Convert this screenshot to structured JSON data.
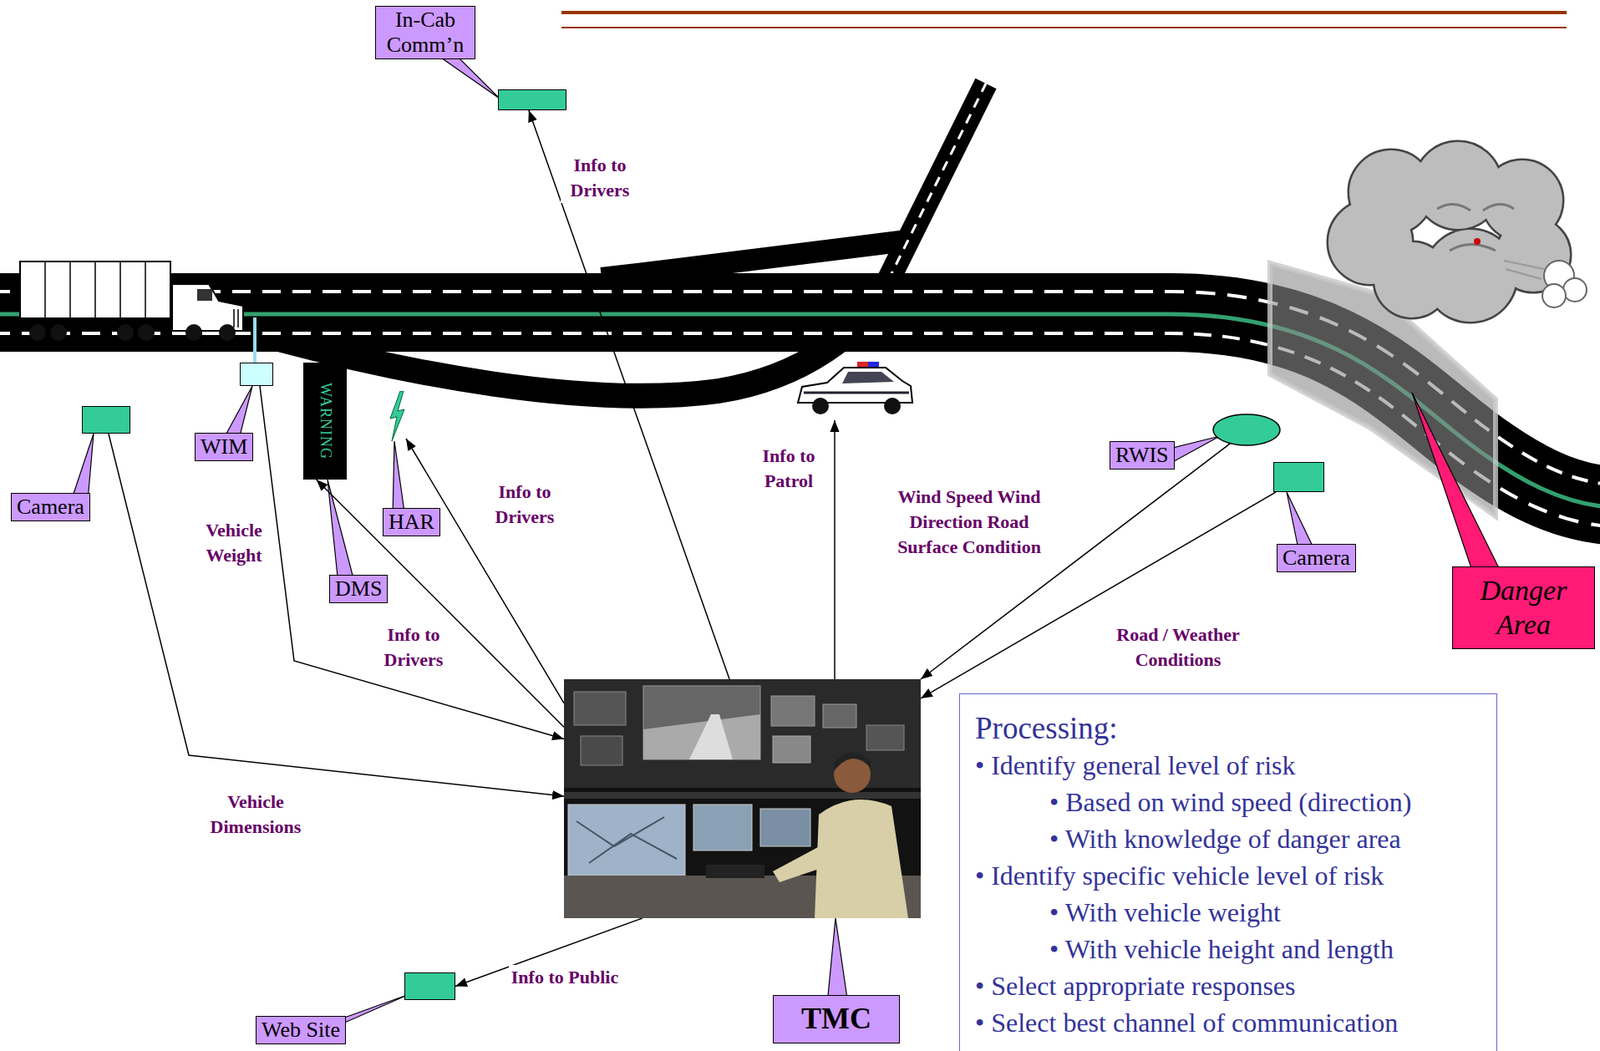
{
  "diagram": {
    "nodes": [
      {
        "text": [
          "In-Cab Comm’n"
        ]
      },
      {
        "text": [
          "WIM"
        ]
      },
      {
        "text": [
          "Camera"
        ]
      },
      {
        "text": [
          "WARNING",
          "DMS"
        ]
      },
      {
        "text": [
          "HAR"
        ]
      },
      {
        "text": [
          "RWIS"
        ]
      },
      {
        "text": [
          "Camera"
        ]
      },
      {
        "text": [
          "Danger Area"
        ]
      },
      {
        "text": [
          "TMC"
        ]
      },
      {
        "text": [
          "Processing:",
          "• Identify general level of risk",
          "• Based on wind speed (direction)",
          "• With knowledge of danger area",
          "• Identify specific vehicle level of risk",
          "• With vehicle weight",
          "• With vehicle height and length",
          "• Select appropriate responses",
          "• Select best channel of communication"
        ]
      },
      {
        "text": [
          "Web Site"
        ]
      }
    ],
    "edges": [
      {
        "from": 1,
        "to": 8,
        "label": "Vehicle Weight",
        "arrow": "to"
      },
      {
        "from": 2,
        "to": 8,
        "label": "Vehicle Dimensions",
        "arrow": "to"
      },
      {
        "from": 5,
        "to": 8,
        "label": "Wind Speed Wind Direction Road Surface Condition",
        "arrow": "to"
      },
      {
        "from": 6,
        "to": 8,
        "label": "Road / Weather Conditions",
        "arrow": "to"
      },
      {
        "from": 8,
        "to": 0,
        "label": "Info to Drivers",
        "arrow": "to"
      },
      {
        "from": 8,
        "to": 3,
        "label": "Info to Drivers",
        "arrow": "to"
      },
      {
        "from": 8,
        "to": 4,
        "label": "Info to Drivers",
        "arrow": "to"
      },
      {
        "from": 8,
        "to": 10,
        "label": "Info to Public",
        "arrow": "to"
      }
    ],
    "labels": [
      "Info to Patrol"
    ]
  }
}
